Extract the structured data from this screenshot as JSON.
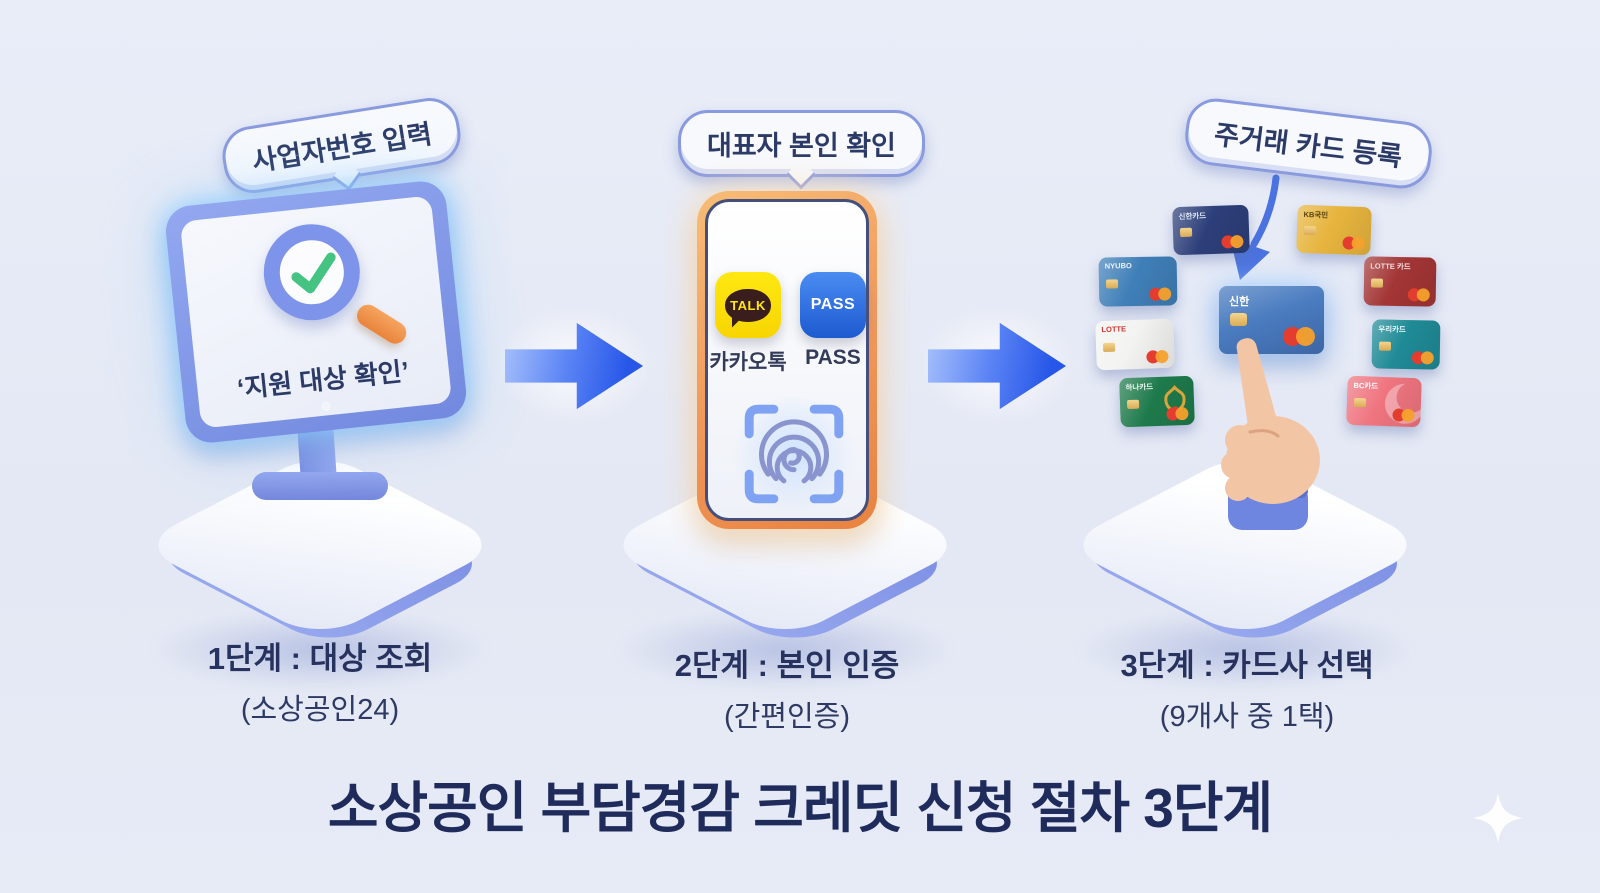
{
  "title": "소상공인 부담경감 크레딧 신청 절차 3단계",
  "colors": {
    "background": "#e6eaf6",
    "text_navy": "#27335e",
    "bubble_border": "#8a9ade",
    "arrow_blue": "#2757e8",
    "monitor_blue": "#7f96e8",
    "check_green": "#44c383",
    "magnifier_handle_orange": "#f0924a",
    "phone_orange": "#f0975a",
    "kakao_yellow": "#ffe812",
    "pass_blue": "#2f6be4",
    "pedestal_blue": "#8a9ce8"
  },
  "icons": {
    "step1": "magnifier-check-icon",
    "step2": [
      "kakaotalk-icon",
      "pass-icon",
      "fingerprint-icon"
    ],
    "step3": [
      "credit-card-icon",
      "pointing-hand-icon",
      "arrow-down-icon"
    ],
    "between_steps": "arrow-right-icon",
    "corner": "sparkle-icon"
  },
  "steps": [
    {
      "bubble": "사업자번호 입력",
      "screen_quote": "‘지원 대상 확인’",
      "caption": "1단계 : 대상 조회",
      "subcaption": "(소상공인24)"
    },
    {
      "bubble": "대표자 본인 확인",
      "apps": [
        {
          "name": "KakaoTalk",
          "badge": "TALK",
          "label": "카카오톡"
        },
        {
          "name": "PASS",
          "badge": "PASS",
          "label": "PASS"
        }
      ],
      "caption": "2단계 : 본인 인증",
      "subcaption": "(간편인증)"
    },
    {
      "bubble": "주거래 카드 등록",
      "cards": [
        {
          "label": "신한카드",
          "bg": "#2d3f7a",
          "fg": "#dfe6f5"
        },
        {
          "label": "KB국민",
          "bg": "#e7b53e",
          "fg": "#5a4312"
        },
        {
          "label": "NYUBO",
          "bg": "#3f7fb8",
          "fg": "#eaf3fb"
        },
        {
          "label": "LOTTE",
          "bg": "#f3f3f1",
          "fg": "#d4332e"
        },
        {
          "label": "LOTTE 카드",
          "bg": "#a33535",
          "fg": "#f2dede"
        },
        {
          "label": "우리카드",
          "bg": "#1f8a96",
          "fg": "#e6f6f8"
        },
        {
          "label": "하나카드",
          "bg": "#1e7a4b",
          "fg": "#eaf5ee"
        },
        {
          "label": "BC카드",
          "bg": "#ef7580",
          "fg": "#ffffff"
        },
        {
          "label": "신한",
          "bg": "#4a7cc0",
          "fg": "#ffffff",
          "selected": true
        }
      ],
      "caption": "3단계 : 카드사 선택",
      "subcaption": "(9개사 중 1택)"
    }
  ]
}
